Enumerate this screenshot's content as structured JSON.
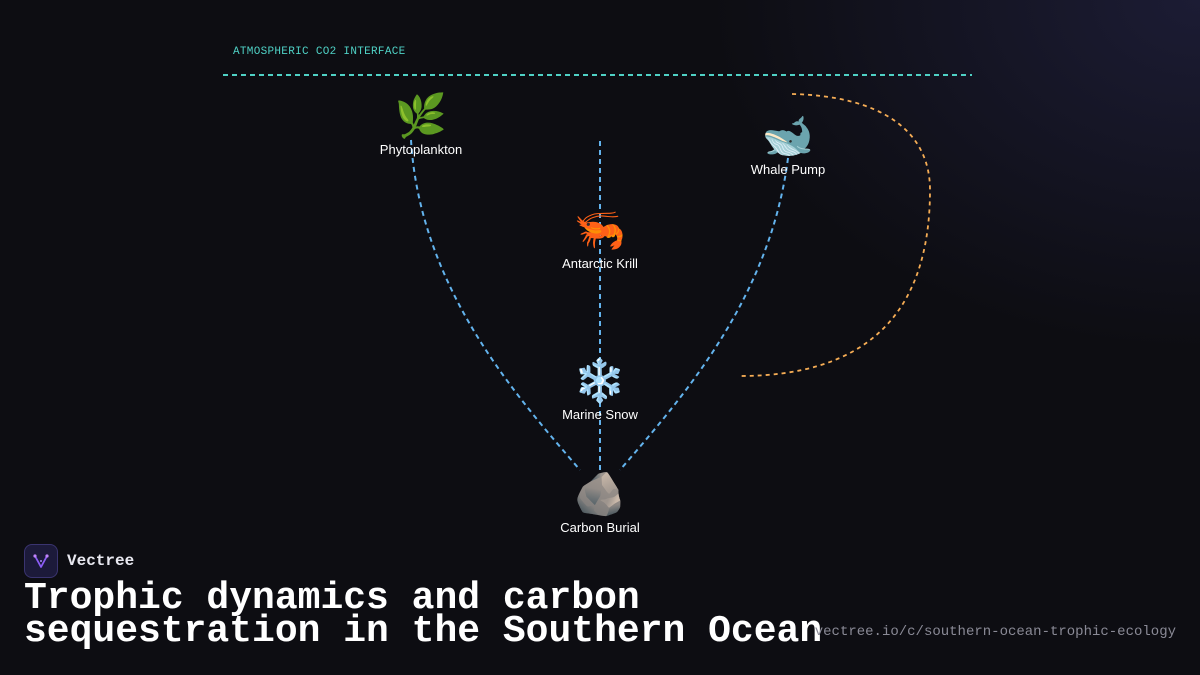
{
  "interface_label": "ATMOSPHERIC CO2 INTERFACE",
  "nodes": {
    "phytoplankton": {
      "emoji": "🌿",
      "label": "Phytoplankton"
    },
    "whale": {
      "emoji": "🐋",
      "label": "Whale Pump"
    },
    "krill": {
      "emoji": "🦐",
      "label": "Antarctic Krill"
    },
    "snow": {
      "emoji": "❄️",
      "label": "Marine Snow"
    },
    "burial": {
      "emoji": "🪨",
      "label": "Carbon Burial"
    }
  },
  "colors": {
    "interface_line": "#4fd1c5",
    "flow_line": "#63b3ed",
    "whale_loop": "#f6ad55",
    "background": "#0d0d12"
  },
  "brand": {
    "name": "Vectree",
    "logo_icon": "sparkle-icon"
  },
  "title": "Trophic dynamics and carbon sequestration in the Southern Ocean",
  "url": "vectree.io/c/southern-ocean-trophic-ecology"
}
